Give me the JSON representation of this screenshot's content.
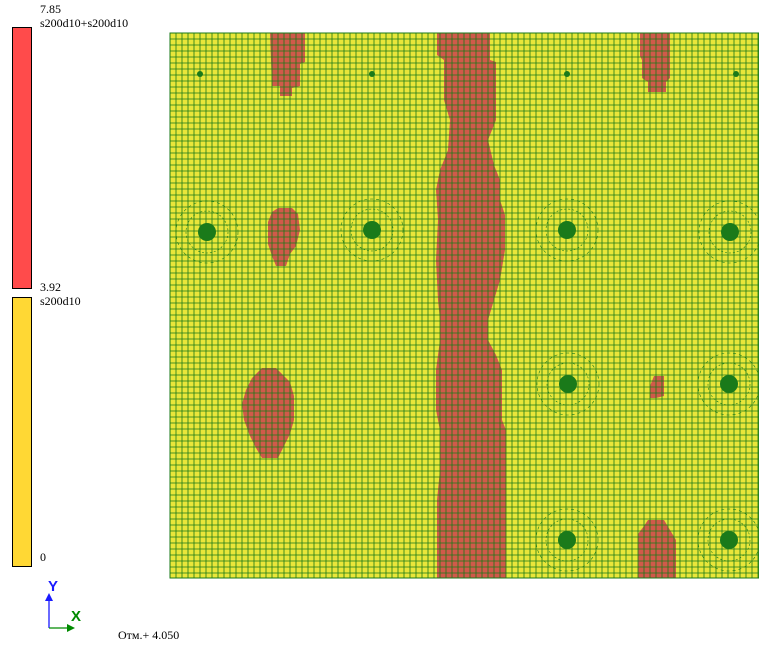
{
  "legend": {
    "ranges": [
      {
        "max_label": "7.85",
        "name": "s200d10+s200d10",
        "color": "#ff4b4b"
      },
      {
        "max_label": "3.92",
        "name": "s200d10",
        "color": "#ffd834"
      }
    ],
    "min_label": "0"
  },
  "colors": {
    "mesh_fill": "#e9e63a",
    "mesh_lines": "#1a7a1a",
    "zone_fill": "#d05a4a"
  },
  "axes": {
    "y_label": "Y",
    "x_label": "X"
  },
  "level_label": "Отм.+ 4.050"
}
